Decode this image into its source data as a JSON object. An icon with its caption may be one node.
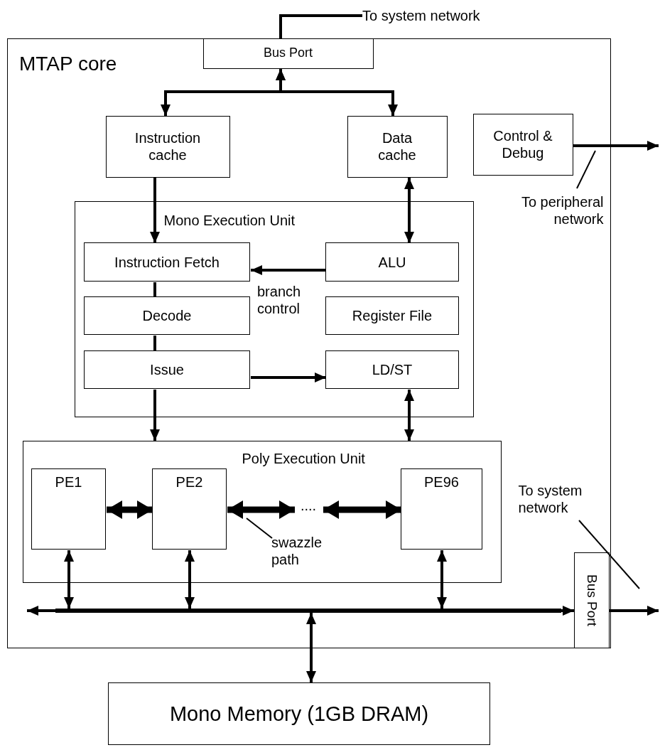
{
  "diagram": {
    "nodes": [
      {
        "text": [
          "MTAP core"
        ]
      },
      {
        "text": [
          "Bus Port"
        ],
        "in": 0
      },
      {
        "text": [
          "Instruction cache"
        ],
        "in": 0
      },
      {
        "text": [
          "Data cache"
        ],
        "in": 0
      },
      {
        "text": [
          "Control & Debug"
        ],
        "in": 0
      },
      {
        "text": [
          "Mono Execution Unit"
        ],
        "in": 0
      },
      {
        "text": [
          "Instruction Fetch"
        ],
        "in": 5
      },
      {
        "text": [
          "ALU"
        ],
        "in": 5
      },
      {
        "text": [
          "Decode"
        ],
        "in": 5
      },
      {
        "text": [
          "Register File"
        ],
        "in": 5
      },
      {
        "text": [
          "Issue"
        ],
        "in": 5
      },
      {
        "text": [
          "LD/ST"
        ],
        "in": 5
      },
      {
        "text": [
          "Poly Execution Unit"
        ],
        "in": 0
      },
      {
        "text": [
          "PE1"
        ],
        "in": 12
      },
      {
        "text": [
          "PE2"
        ],
        "in": 12
      },
      {
        "text": [
          "PE96"
        ],
        "in": 12
      },
      {
        "text": [
          "Bus Port"
        ],
        "in": 0
      },
      {
        "text": [
          "Mono Memory (1GB DRAM)"
        ]
      },
      {
        "text": [],
        "shape": "bar",
        "in": 0
      },
      {
        "text": [
          "To system network"
        ]
      },
      {
        "text": [
          "To peripheral network"
        ],
        "in": 0
      },
      {
        "text": [
          "To system network"
        ],
        "in": 0
      },
      {
        "text": [
          "swazzle path"
        ],
        "in": 12
      },
      {
        "text": [
          "...."
        ],
        "in": 12
      }
    ],
    "edges": [
      {
        "from": 1,
        "to": 19,
        "arrow": "none"
      },
      {
        "from": 2,
        "to": 1,
        "arrow": "both"
      },
      {
        "from": 3,
        "to": 1,
        "arrow": "both"
      },
      {
        "from": 2,
        "to": 6,
        "arrow": "to"
      },
      {
        "from": 3,
        "to": 7,
        "arrow": "both"
      },
      {
        "from": 6,
        "to": 8,
        "arrow": "none"
      },
      {
        "from": 8,
        "to": 10,
        "arrow": "none"
      },
      {
        "from": 7,
        "to": 6,
        "arrow": "to",
        "label": "branch control"
      },
      {
        "from": 10,
        "to": 11,
        "arrow": "to"
      },
      {
        "from": 10,
        "to": 12,
        "arrow": "to"
      },
      {
        "from": 11,
        "to": 12,
        "arrow": "both"
      },
      {
        "from": 13,
        "to": 14,
        "arrow": "both",
        "style": "thick"
      },
      {
        "from": 14,
        "to": 23,
        "arrow": "both",
        "style": "thick"
      },
      {
        "from": 23,
        "to": 15,
        "arrow": "both",
        "style": "thick"
      },
      {
        "from": 13,
        "to": 18,
        "arrow": "both"
      },
      {
        "from": 14,
        "to": 18,
        "arrow": "both"
      },
      {
        "from": 15,
        "to": 18,
        "arrow": "both"
      },
      {
        "from": 18,
        "to": 17,
        "arrow": "both"
      },
      {
        "from": 18,
        "to": null,
        "arrow": "to"
      },
      {
        "from": 18,
        "to": 16,
        "arrow": "to"
      },
      {
        "from": 16,
        "to": null,
        "arrow": "to"
      },
      {
        "from": 4,
        "to": null,
        "arrow": "to"
      },
      {
        "from": 20,
        "to": null,
        "arrow": "none"
      },
      {
        "from": 21,
        "to": null,
        "arrow": "none"
      },
      {
        "from": 22,
        "to": null,
        "arrow": "none"
      }
    ]
  }
}
